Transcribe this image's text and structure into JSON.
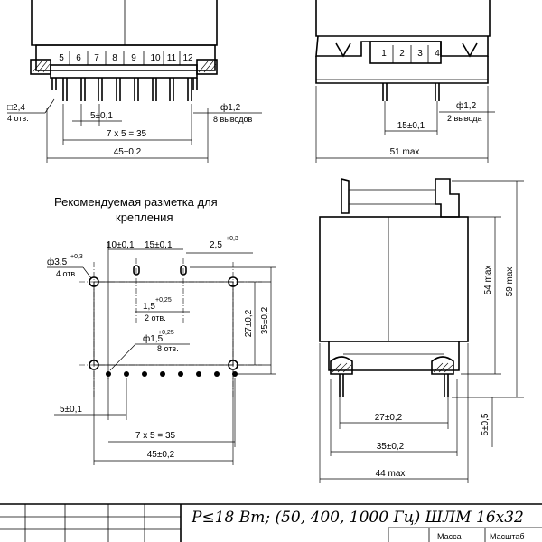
{
  "title": {
    "line1": "Рекомендуемая разметка для",
    "line2": "крепления"
  },
  "front_view": {
    "pin_numbers": [
      "5",
      "6",
      "7",
      "8",
      "9",
      "10",
      "11",
      "12"
    ],
    "pin_square_label": "□2,4",
    "pin_square_count": "4 отв.",
    "pitch_label": "5±0,1",
    "span_label": "7 x 5 = 35",
    "width_label": "45±0,2",
    "pin_diameter_label": "ф1,2",
    "pin_count_label": "8 выводов"
  },
  "side_view": {
    "pin_numbers": [
      "1",
      "2",
      "3",
      "4"
    ],
    "pin_diameter_label": "ф1,2",
    "pin_count_label": "2 вывода",
    "pitch_label": "15±0,1",
    "width_label": "51 max"
  },
  "layout_view": {
    "hole_diameter_label": "ф3,5",
    "hole_diameter_tol": "+0,3",
    "hole_count_label": "4 отв.",
    "offset_a_label": "10±0,1",
    "offset_b_label": "15±0,1",
    "slot_width_label": "2,5",
    "slot_width_tol": "+0,3",
    "slot_len_label": "1,5",
    "slot_len_tol": "+0,25",
    "slot_count_label": "2 отв.",
    "pin_hole_label": "ф1,5",
    "pin_hole_tol": "+0,25",
    "pin_hole_count_label": "8 отв.",
    "height_inner_label": "27±0,2",
    "height_outer_label": "35±0,2",
    "pitch_label": "5±0,1",
    "span_label": "7 x 5 = 35",
    "width_label": "45±0,2"
  },
  "end_view": {
    "height_54_label": "54 max",
    "height_59_label": "59 max",
    "width_27_label": "27±0,2",
    "width_35_label": "35±0,2",
    "width_44_label": "44 max",
    "pin_height_label": "5±0,5"
  },
  "title_block": {
    "handwritten_note": "P≤18 Вт; (50, 400, 1000 Гц) ШЛМ 16x32",
    "mass_label": "Масса",
    "scale_label": "Масштаб"
  }
}
